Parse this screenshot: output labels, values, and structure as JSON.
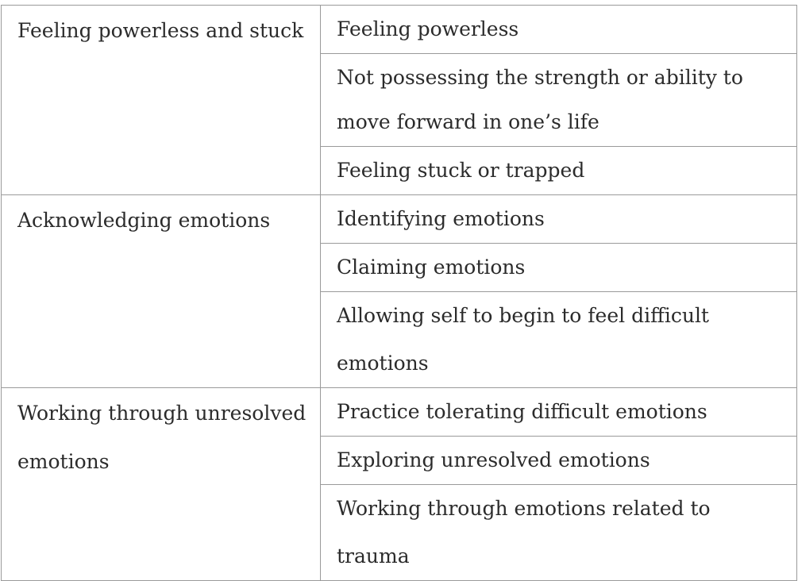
{
  "table": {
    "groups": [
      {
        "theme": "Feeling powerless and stuck",
        "subthemes": [
          "Feeling powerless",
          "Not possessing the strength or ability to move forward in one’s life",
          "Feeling stuck or trapped"
        ]
      },
      {
        "theme": "Acknowledging emotions",
        "subthemes": [
          "Identifying emotions",
          "Claiming emotions",
          "Allowing self to begin to feel difficult emotions"
        ]
      },
      {
        "theme": "Working through unresolved emotions",
        "subthemes": [
          "Practice tolerating difficult emotions",
          "Exploring unresolved emotions",
          "Working through emotions related to trauma"
        ]
      }
    ]
  }
}
